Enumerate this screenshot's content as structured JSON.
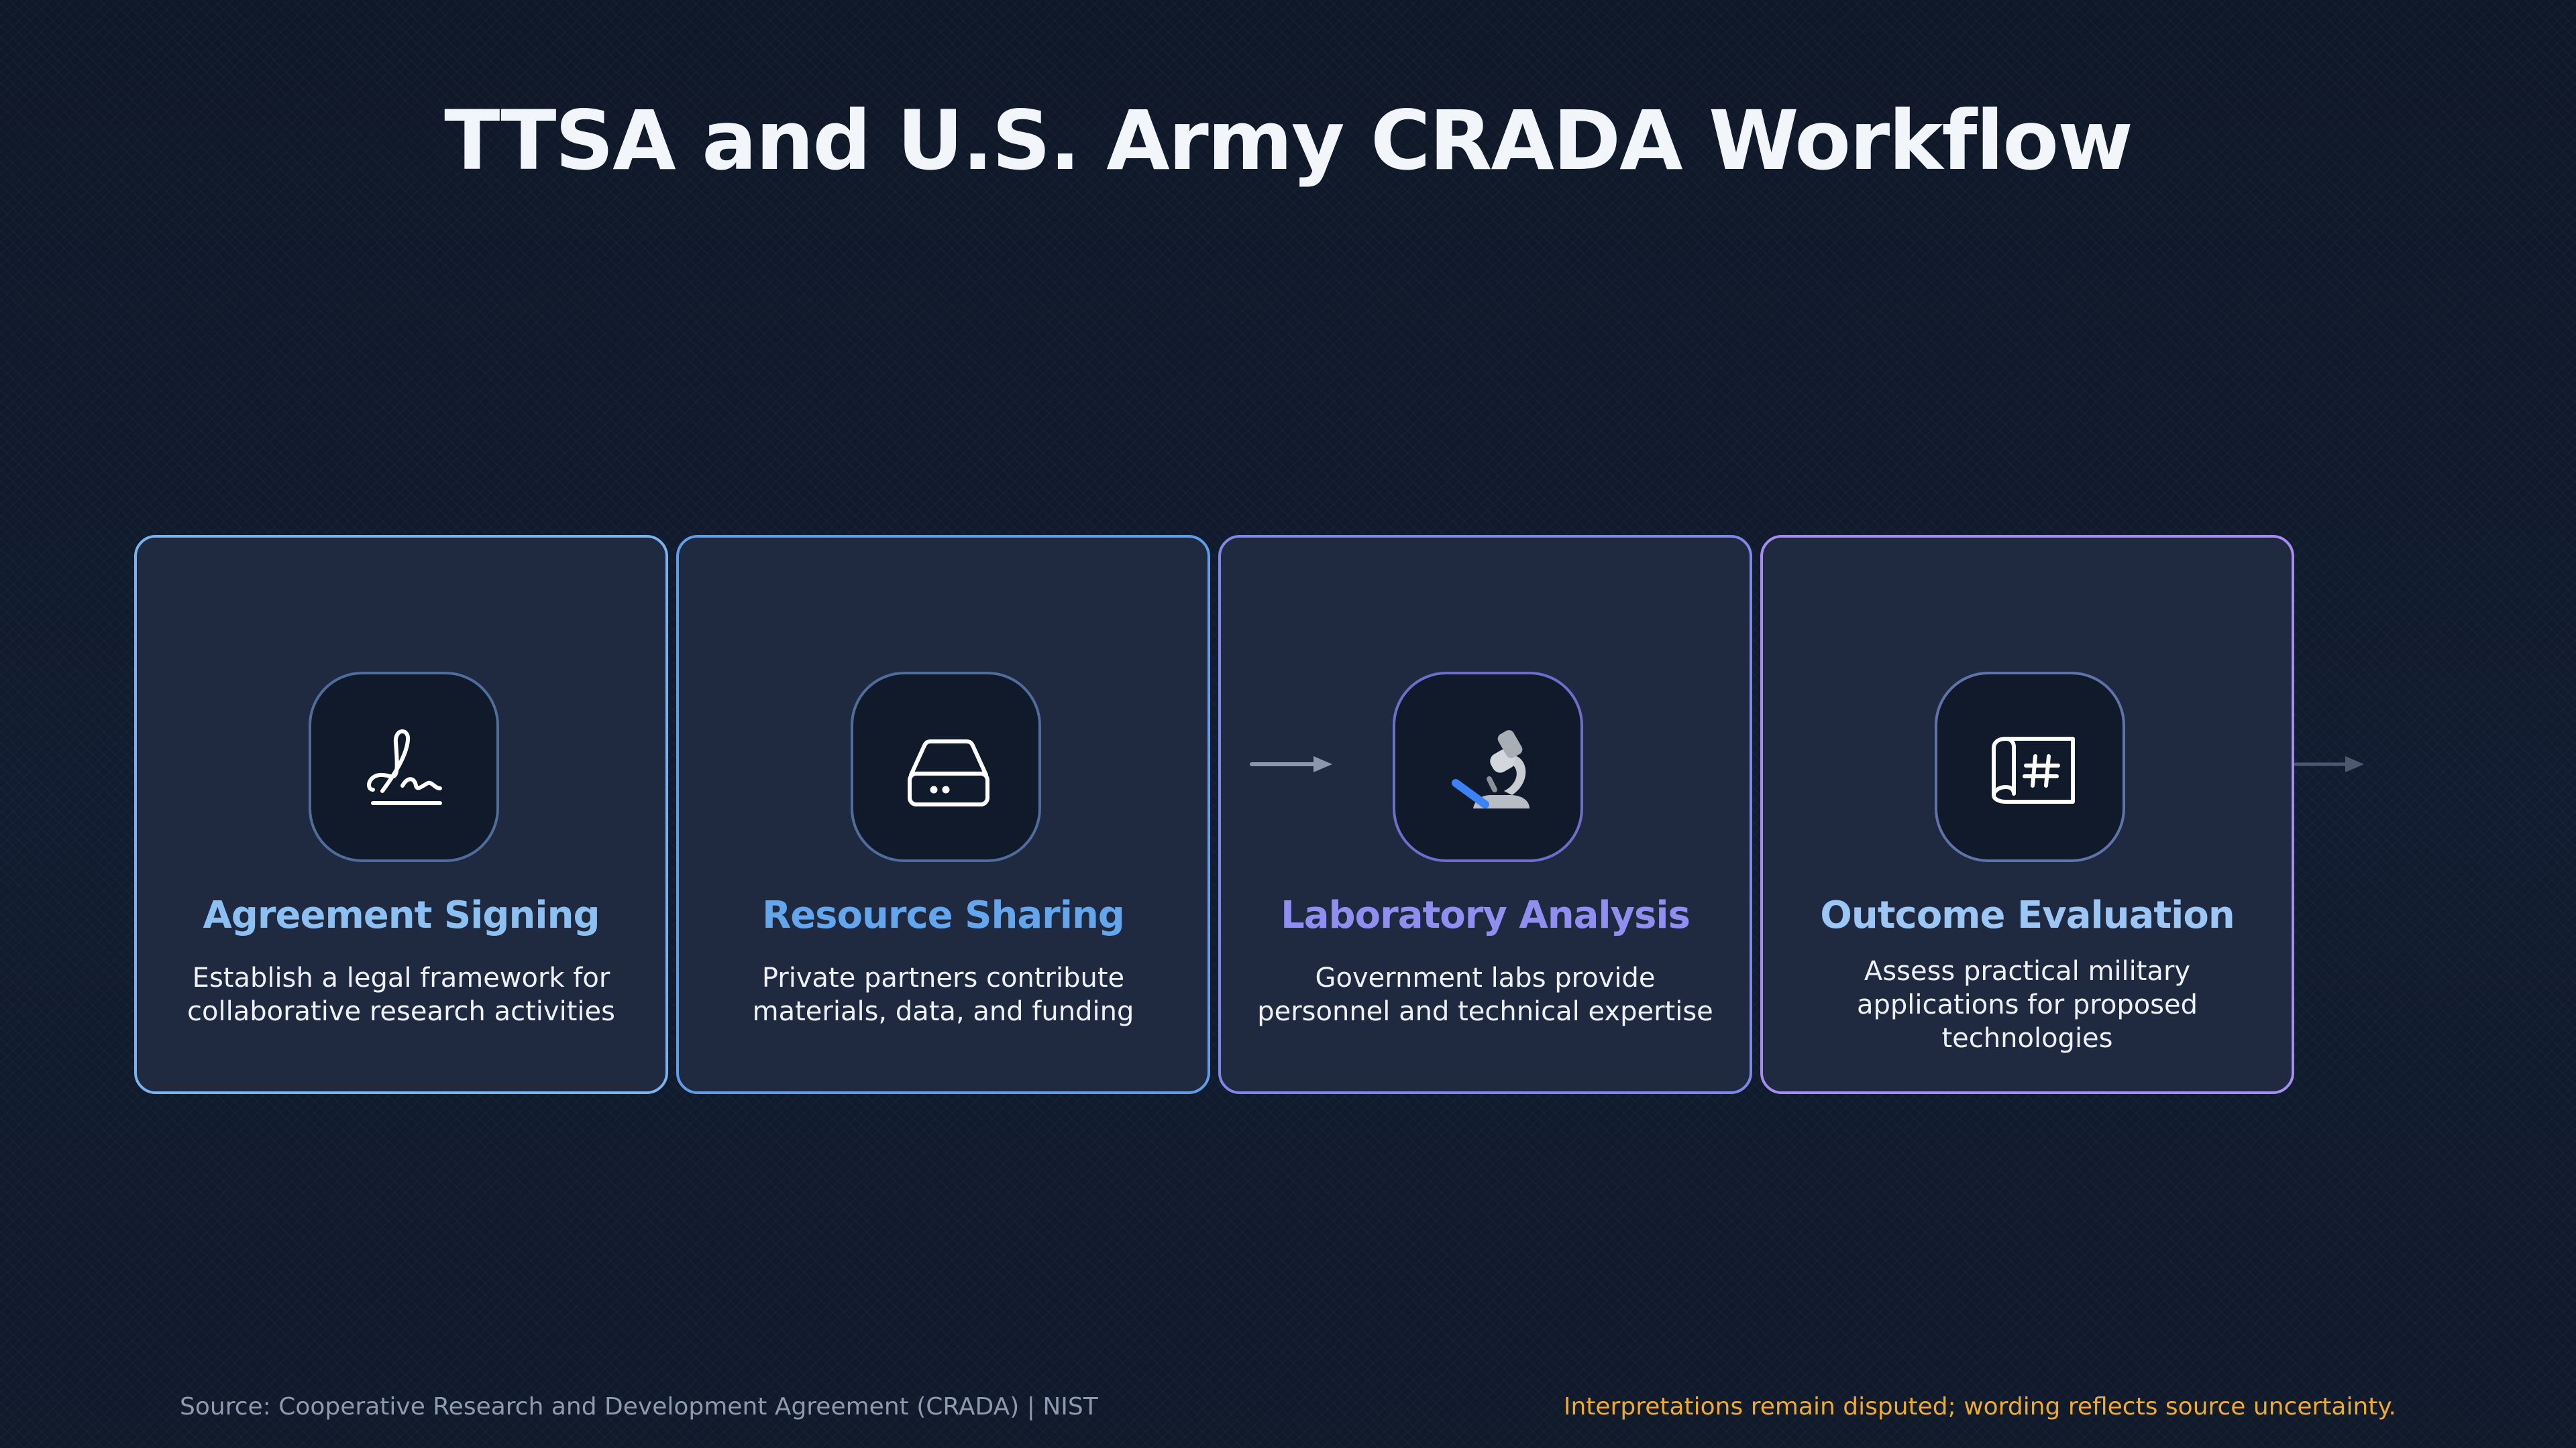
{
  "title": "TTSA and U.S. Army CRADA Workflow",
  "steps": [
    {
      "title": "Agreement Signing",
      "description": "Establish a legal framework for collaborative research activities",
      "icon": "signature-icon"
    },
    {
      "title": "Resource Sharing",
      "description": "Private partners contribute materials, data, and funding",
      "icon": "storage-drive-icon"
    },
    {
      "title": "Laboratory Analysis",
      "description": "Government labs provide personnel and technical expertise",
      "icon": "microscope-icon"
    },
    {
      "title": "Outcome Evaluation",
      "description": "Assess practical military applications for proposed technologies",
      "icon": "blueprint-icon"
    }
  ],
  "footer": {
    "source": "Source: Cooperative Research and Development Agreement (CRADA) | NIST",
    "disclaimer": "Interpretations remain disputed; wording reflects source uncertainty."
  },
  "colors": {
    "background": "#111a2c",
    "card_background": "#1f2a40",
    "step1_accent": "#8cc0f2",
    "step2_accent": "#64a6ee",
    "step3_accent": "#8e8ff0",
    "step4_accent": "#9cc6f5",
    "disclaimer": "#f0ab2c"
  }
}
